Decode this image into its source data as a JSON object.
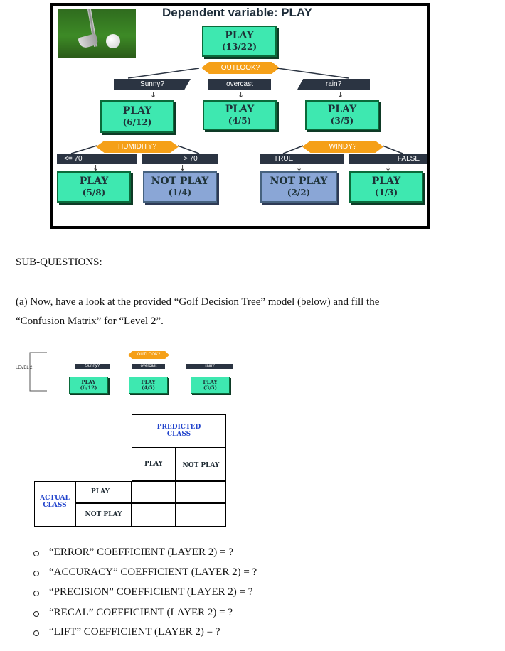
{
  "figure1": {
    "title": "Dependent variable: PLAY",
    "root": {
      "label": "PLAY",
      "count": "(13/22)"
    },
    "root_split": "OUTLOOK?",
    "branches": {
      "sunny": "Sunny?",
      "overcast": "overcast",
      "rain": "rain?"
    },
    "sunny_node": {
      "label": "PLAY",
      "count": "(6/12)"
    },
    "overcast_node": {
      "label": "PLAY",
      "count": "(4/5)"
    },
    "rain_node": {
      "label": "PLAY",
      "count": "(3/5)"
    },
    "sunny_split": "HUMIDITY?",
    "rain_split": "WINDY?",
    "humidity_low": "<= 70",
    "humidity_high": "> 70",
    "windy_true": "TRUE",
    "windy_false": "FALSE",
    "leaf_humidity_low": {
      "label": "PLAY",
      "count": "(5/8)"
    },
    "leaf_humidity_high": {
      "label": "NOT PLAY",
      "count": "(1/4)"
    },
    "leaf_windy_true": {
      "label": "NOT PLAY",
      "count": "(2/2)"
    },
    "leaf_windy_false": {
      "label": "PLAY",
      "count": "(1/3)"
    }
  },
  "section_heading": "SUB-QUESTIONS:",
  "question_a_line1": "(a) Now, have a look at the provided “Golf Decision Tree” model (below) and fill the",
  "question_a_line2": "“Confusion Matrix” for “Level 2”.",
  "figure2": {
    "level_label": "LEVEL 2",
    "split": "OUTLOOK?",
    "branches": {
      "sunny": "Sunny?",
      "overcast": "overcast",
      "rain": "rain?"
    },
    "sunny_node": {
      "label": "PLAY",
      "count": "(6/12)"
    },
    "overcast_node": {
      "label": "PLAY",
      "count": "(4/5)"
    },
    "rain_node": {
      "label": "PLAY",
      "count": "(3/5)"
    }
  },
  "matrix": {
    "predicted_header": "PREDICTED",
    "predicted_header2": "CLASS",
    "actual_header": "ACTUAL",
    "actual_header2": "CLASS",
    "col_play": "PLAY",
    "col_not_play": "NOT PLAY",
    "row_play": "PLAY",
    "row_not_play": "NOT PLAY"
  },
  "bullets": [
    "“ERROR” COEFFICIENT (LAYER 2) = ?",
    "“ACCURACY” COEFFICIENT (LAYER 2) = ?",
    "“PRECISION” COEFFICIENT (LAYER 2) = ?",
    "“RECAL” COEFFICIENT (LAYER 2) = ?",
    "“LIFT” COEFFICIENT (LAYER 2) = ?"
  ]
}
